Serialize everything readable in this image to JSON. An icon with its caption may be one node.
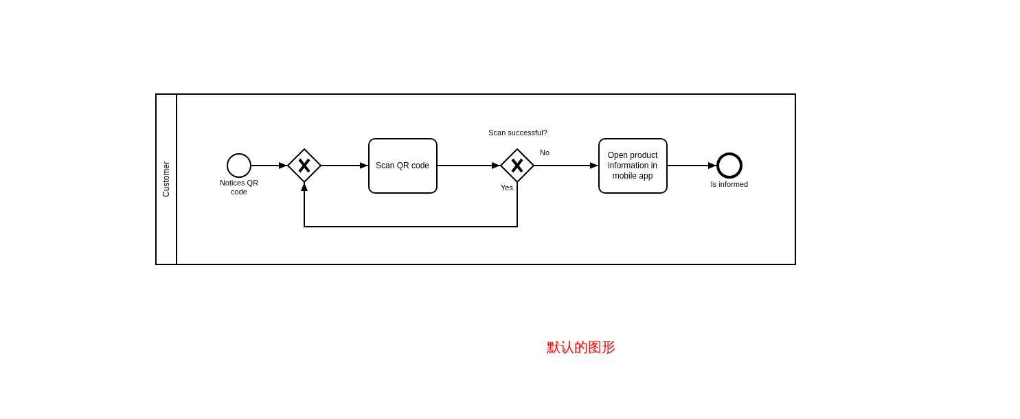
{
  "diagram": {
    "nodes": [
      {
        "text": [
          "Customer"
        ]
      },
      {
        "text": [],
        "shape": "circle",
        "beside": [
          "Notices QR code"
        ],
        "in": 0
      },
      {
        "text": [],
        "shape": "diamond",
        "in": 0
      },
      {
        "text": [
          "Scan QR code"
        ],
        "in": 0
      },
      {
        "text": [],
        "shape": "diamond",
        "beside": [
          "Scan successful?"
        ],
        "in": 0
      },
      {
        "text": [
          "Open product information in mobile app"
        ],
        "in": 0
      },
      {
        "text": [],
        "shape": "circle",
        "beside": [
          "Is informed"
        ],
        "in": 0
      }
    ],
    "edges": [
      {
        "from": 1,
        "to": 2,
        "arrow": "to"
      },
      {
        "from": 2,
        "to": 3,
        "arrow": "to"
      },
      {
        "from": 3,
        "to": 4,
        "arrow": "to"
      },
      {
        "from": 4,
        "to": 5,
        "arrow": "to",
        "label": "No"
      },
      {
        "from": 4,
        "to": 2,
        "arrow": "to",
        "label": "Yes"
      },
      {
        "from": 5,
        "to": 6,
        "arrow": "to"
      }
    ],
    "labels": [
      "默认的图形"
    ]
  }
}
